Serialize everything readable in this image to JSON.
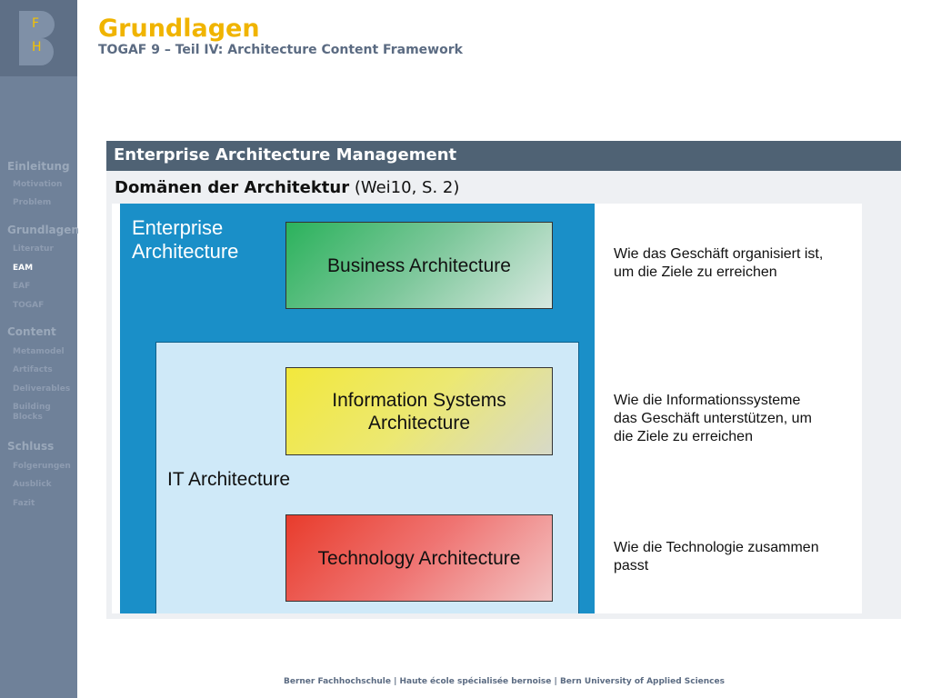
{
  "logo": {
    "line1": "F",
    "line2": "H"
  },
  "header": {
    "title": "Grundlagen",
    "subtitle": "TOGAF 9 – Teil IV: Architecture Content Framework"
  },
  "sidebar": {
    "sections": [
      {
        "label": "Einleitung",
        "items": [
          {
            "label": "Motivation",
            "active": false
          },
          {
            "label": "Problem",
            "active": false
          }
        ]
      },
      {
        "label": "Grundlagen",
        "items": [
          {
            "label": "Literatur",
            "active": false
          },
          {
            "label": "EAM",
            "active": true
          },
          {
            "label": "EAF",
            "active": false
          },
          {
            "label": "TOGAF",
            "active": false
          }
        ]
      },
      {
        "label": "Content",
        "items": [
          {
            "label": "Metamodel",
            "active": false
          },
          {
            "label": "Artifacts",
            "active": false
          },
          {
            "label": "Deliverables",
            "active": false
          },
          {
            "label": "Building Blocks",
            "active": false
          }
        ]
      },
      {
        "label": "Schluss",
        "items": [
          {
            "label": "Folgerungen",
            "active": false
          },
          {
            "label": "Ausblick",
            "active": false
          },
          {
            "label": "Fazit",
            "active": false
          }
        ]
      }
    ]
  },
  "block": {
    "title": "Enterprise Architecture Management",
    "heading_bold": "Domänen der Architektur",
    "heading_cite": "(Wei10, S. 2)"
  },
  "figure": {
    "ea_label_line1": "Enterprise",
    "ea_label_line2": "Architecture",
    "it_label": "IT Architecture",
    "business": "Business Architecture",
    "infosys_line1": "Information Systems",
    "infosys_line2": "Architecture",
    "technology": "Technology Architecture",
    "desc_business_line1": "Wie das Geschäft organisiert ist,",
    "desc_business_line2": "um die Ziele zu erreichen",
    "desc_infosys_line1": "Wie die Informationssysteme",
    "desc_infosys_line2": "das Geschäft unterstützen, um",
    "desc_infosys_line3": "die Ziele zu erreichen",
    "desc_tech_line1": "Wie die Technologie zusammen",
    "desc_tech_line2": "passt"
  },
  "footer": {
    "text": "Berner Fachhochschule | Haute école spécialisée bernoise | Bern University of Applied Sciences"
  },
  "colors": {
    "accent": "#f0b400",
    "sidebar": "#6f8199",
    "block_header": "#4f6274",
    "ea_blue": "#1a8fc8"
  }
}
